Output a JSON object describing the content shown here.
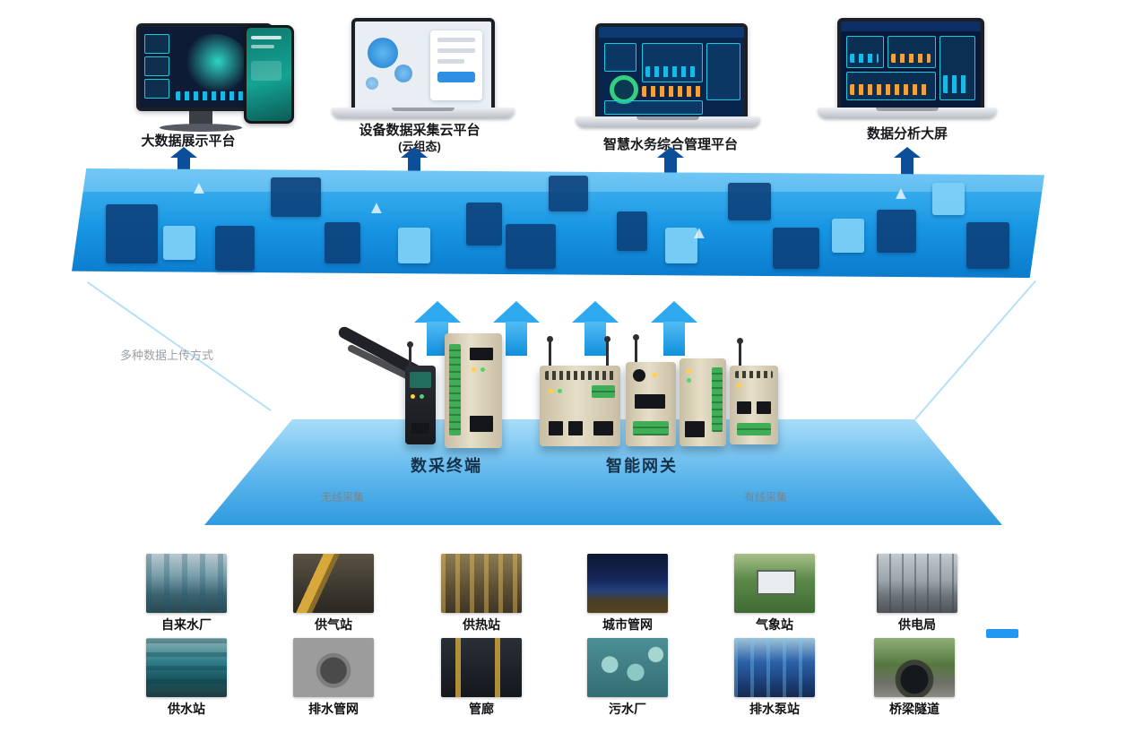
{
  "screens": [
    {
      "caption": "大数据展示平台"
    },
    {
      "caption": "设备数据采集云平台",
      "subcaption": "(云组态)"
    },
    {
      "caption": "智慧水务综合管理平台"
    },
    {
      "caption": "数据分析大屏"
    }
  ],
  "middle": {
    "upload_note": "多种数据上传方式",
    "left_link_label": "无线采集",
    "right_link_label": "有线采集",
    "terminal_label": "数采终端",
    "gateway_label": "智能网关"
  },
  "sites": {
    "row1": [
      {
        "label": "自来水厂"
      },
      {
        "label": "供气站"
      },
      {
        "label": "供热站"
      },
      {
        "label": "城市管网"
      },
      {
        "label": "气象站"
      },
      {
        "label": "供电局"
      }
    ],
    "row2": [
      {
        "label": "供水站"
      },
      {
        "label": "排水管网"
      },
      {
        "label": "管廊"
      },
      {
        "label": "污水厂"
      },
      {
        "label": "排水泵站"
      },
      {
        "label": "桥梁隧道"
      }
    ]
  },
  "colors": {
    "accent": "#1e9be6",
    "band": "#0d84d6",
    "platform": "#7fc9ef",
    "stem": "#0d4e9b"
  }
}
